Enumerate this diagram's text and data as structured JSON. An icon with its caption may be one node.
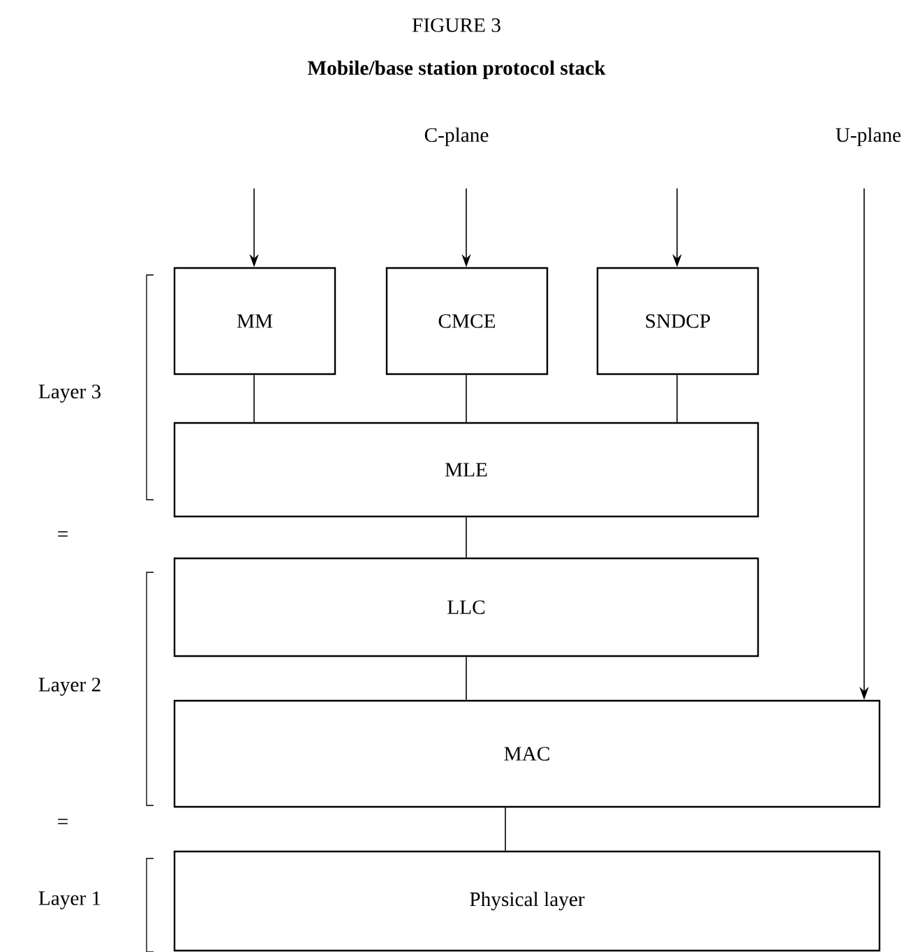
{
  "diagram": {
    "title": "Mobile/base station protocol stack",
    "nodes": [
      {
        "text": [
          "MM"
        ]
      },
      {
        "text": [
          "CMCE"
        ]
      },
      {
        "text": [
          "SNDCP"
        ]
      },
      {
        "text": [
          "MLE"
        ]
      },
      {
        "text": [
          "LLC"
        ]
      },
      {
        "text": [
          "MAC"
        ]
      },
      {
        "text": [
          "Physical layer"
        ]
      }
    ],
    "edges": [
      {
        "from": null,
        "to": 0,
        "arrow": "to"
      },
      {
        "from": null,
        "to": 1,
        "arrow": "to"
      },
      {
        "from": null,
        "to": 2,
        "arrow": "to"
      },
      {
        "from": null,
        "to": 5,
        "arrow": "to"
      },
      {
        "from": 0,
        "to": 3,
        "arrow": "none"
      },
      {
        "from": 1,
        "to": 3,
        "arrow": "none"
      },
      {
        "from": 2,
        "to": 3,
        "arrow": "none"
      },
      {
        "from": 3,
        "to": 4,
        "arrow": "none"
      },
      {
        "from": 4,
        "to": 5,
        "arrow": "none"
      },
      {
        "from": 5,
        "to": 6,
        "arrow": "none"
      }
    ],
    "labels": [
      "FIGURE 3",
      "C-plane",
      "U-plane",
      "Layer 3",
      "=",
      "Layer 2",
      "=",
      "Layer 1"
    ]
  }
}
